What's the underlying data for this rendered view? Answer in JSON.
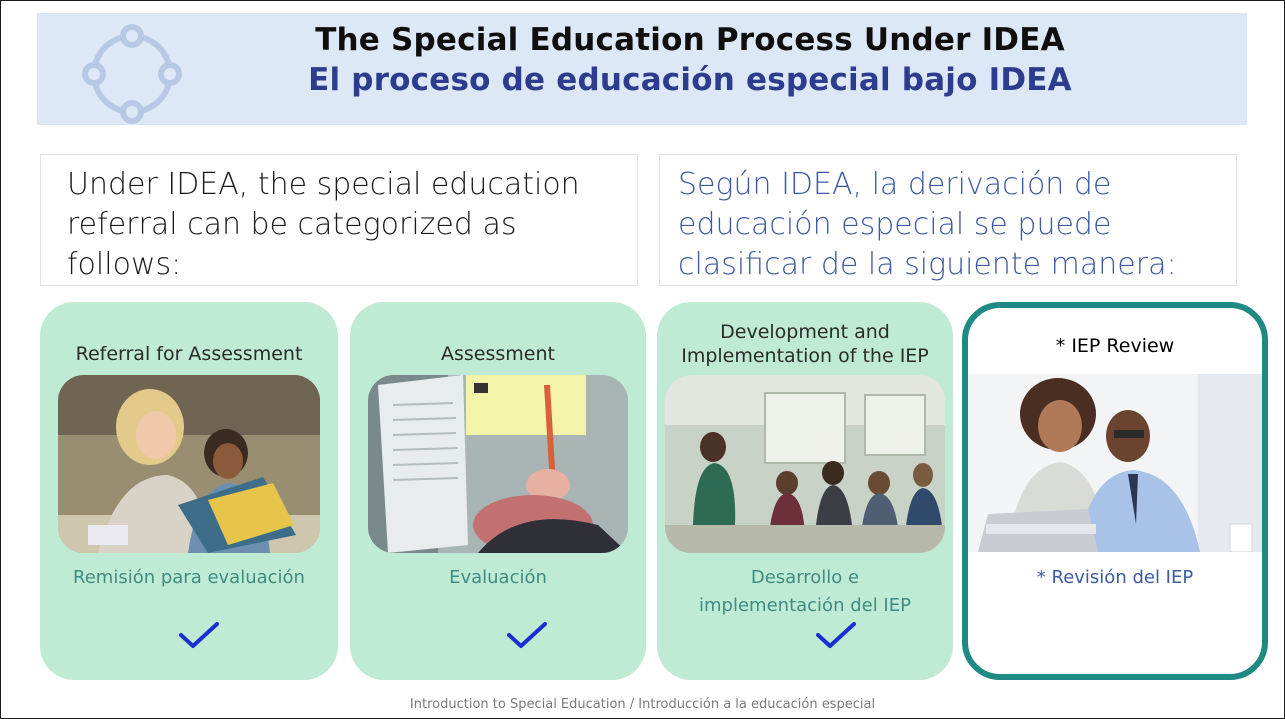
{
  "header": {
    "title_en": "The Special Education Process Under IDEA",
    "title_es": "El proceso de educación especial bajo IDEA",
    "logo_icon": "circle-nodes-icon"
  },
  "intro": {
    "en": "Under IDEA, the special education referral can be categorized as follows:",
    "es": "Según IDEA, la derivación de educación especial se puede clasificar de la siguiente manera:"
  },
  "cards": [
    {
      "title": "Referral for Assessment",
      "subtitle": "Remisión para evaluación",
      "checked": true,
      "photo": "teacher-reading-with-child"
    },
    {
      "title": "Assessment",
      "subtitle": "Evaluación",
      "checked": true,
      "photo": "student-hand-with-pencil"
    },
    {
      "title": "Development and Implementation of the IEP",
      "subtitle": "Desarrollo e implementación del IEP",
      "checked": true,
      "photo": "teacher-with-students"
    },
    {
      "title": "* IEP Review",
      "subtitle": "* Revisión del IEP",
      "checked": false,
      "photo": "two-adults-at-laptop"
    }
  ],
  "colors": {
    "banner": "#dce8f5",
    "card_fill": "#bfead3",
    "highlight_border": "#1e8a83",
    "check": "#1a2fd1",
    "title_es": "#2e3c8f"
  },
  "footer": "Introduction to Special Education / Introducción a la educación especial"
}
